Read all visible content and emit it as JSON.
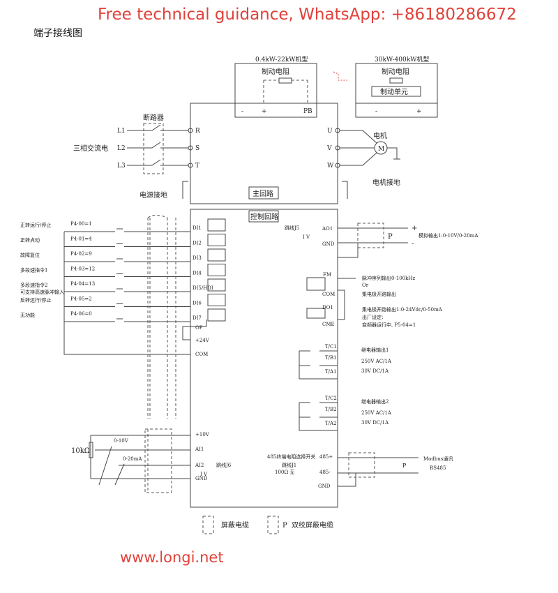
{
  "banner": "Free technical guidance, WhatsApp: +86180286672",
  "title": "端子接线图",
  "footer": "www.longi.net",
  "colors": {
    "accent": "#e0413a",
    "line": "#444444"
  },
  "main_circuit": {
    "label": "主回路",
    "small_model": "0.4kW-22kW机型",
    "large_model": "30kW-400kW机型",
    "brake_resistor": "制动电阻",
    "brake_unit": "制动单元",
    "minus": "-",
    "plus": "+",
    "pb": "PB",
    "breaker": "断路器",
    "three_phase": "三相交流电",
    "lines": [
      "L1",
      "L2",
      "L3"
    ],
    "inputs": [
      "R",
      "S",
      "T"
    ],
    "outputs": [
      "U",
      "V",
      "W"
    ],
    "motor": "电机",
    "motor_symbol": "M",
    "power_ground": "电源接地",
    "motor_ground": "电机接地"
  },
  "control_circuit": {
    "label": "控制回路",
    "digital_inputs": [
      {
        "func": "正转运行/停止",
        "param": "P4-00=1",
        "terminal": "DI1"
      },
      {
        "func": "正转点动",
        "param": "P4-01=4",
        "terminal": "DI2"
      },
      {
        "func": "故障复位",
        "param": "P4-02=9",
        "terminal": "DI3"
      },
      {
        "func": "多段速指令1",
        "param": "P4-03=12",
        "terminal": "DI4"
      },
      {
        "func": "多段速指令2",
        "param": "P4-04=13",
        "terminal": "DI5/HDI"
      },
      {
        "func": "反转运行/停止",
        "param": "P4-05=2",
        "terminal": "DI6"
      },
      {
        "func": "无功能",
        "param": "P4-06=0",
        "terminal": "DI7"
      }
    ],
    "di5_note": "可支持高速脉冲输入",
    "op": "OP",
    "p24v": "+24V",
    "com": "COM",
    "p10v": "+10V",
    "ai1": "AI1",
    "ai2": "AI2",
    "gnd": "GND",
    "pot": "10kΩ",
    "v_range": "0-10V",
    "ma_range": "0-20mA",
    "j6": "跳线J6",
    "j6_opts": "I  V",
    "j5": "跳线J5",
    "j5_opts": "I  V",
    "ao1": "AO1",
    "analog_out": "模拟输出1:0-10V/0-20mA",
    "fm": "FM",
    "cme": "CME",
    "do1": "DO1",
    "pulse_out": "脉冲序列输出0-100kHz",
    "or": "Or",
    "oc_out": "集电极开路输出",
    "oc_out1": "集电极开路输出1:0-24Vdc/0-50mA",
    "factory": "出厂设定:",
    "running": "变频器运行中, P5-04=1",
    "relays": [
      {
        "terminals": [
          "T/C1",
          "T/B1",
          "T/A1"
        ],
        "name": "继电器输出1",
        "ac": "250V AC/1A",
        "dc": "30V DC/1A"
      },
      {
        "terminals": [
          "T/C2",
          "T/B2",
          "T/A2"
        ],
        "name": "继电器输出2",
        "ac": "250V AC/1A",
        "dc": "30V DC/1A"
      }
    ],
    "r485_switch": "485终端电阻选择开关",
    "j1": "跳线J1",
    "j1_opts": "100Ω 无",
    "r485p": "485+",
    "r485n": "485-",
    "modbus": "Modbus通讯",
    "rs485": "RS485",
    "p": "P"
  },
  "legend": {
    "shielded": "屏蔽电缆",
    "twisted": "双绞屏蔽电缆",
    "p": "P"
  }
}
